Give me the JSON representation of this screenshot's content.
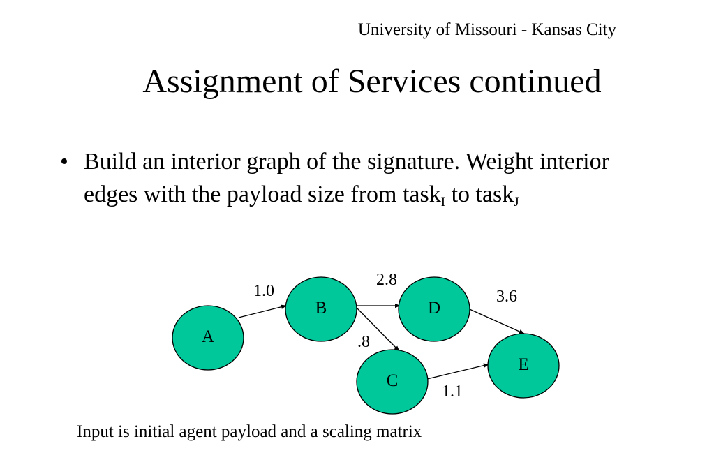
{
  "header": {
    "affiliation": "University of Missouri - Kansas City"
  },
  "slide": {
    "title": "Assignment of Services continued",
    "bullet": {
      "marker": "•",
      "text_part1": "Build an interior graph of the signature. Weight interior edges with the payload size from task",
      "sub1": "I",
      "text_part2": " to task",
      "sub2": "J"
    },
    "caption": "Input is initial agent payload and a scaling matrix"
  },
  "colors": {
    "node_fill": "#00C89A",
    "node_stroke": "#000000",
    "edge": "#000000"
  },
  "graph": {
    "nodes": [
      {
        "id": "A",
        "label": "A"
      },
      {
        "id": "B",
        "label": "B"
      },
      {
        "id": "D",
        "label": "D"
      },
      {
        "id": "C",
        "label": "C"
      },
      {
        "id": "E",
        "label": "E"
      }
    ],
    "edges": [
      {
        "from": "A",
        "to": "B",
        "weight": "1.0"
      },
      {
        "from": "B",
        "to": "D",
        "weight": "2.8"
      },
      {
        "from": "B",
        "to": "C",
        "weight": ".8"
      },
      {
        "from": "D",
        "to": "E",
        "weight": "3.6"
      },
      {
        "from": "C",
        "to": "E",
        "weight": "1.1"
      }
    ]
  }
}
